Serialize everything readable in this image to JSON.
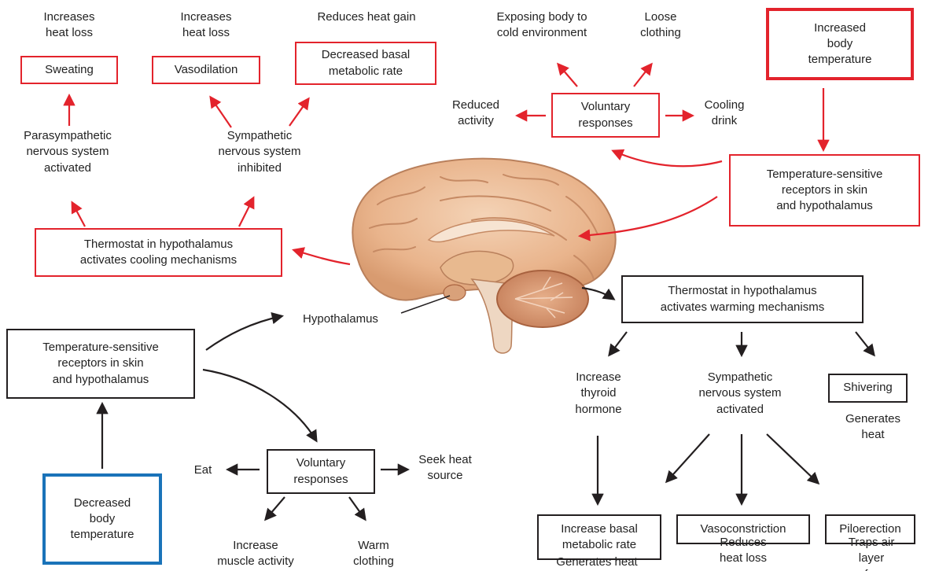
{
  "colors": {
    "red": "#e3232c",
    "black": "#231f20",
    "blue": "#1a73b9"
  },
  "cooling": {
    "trigger": "Increased\nbody\ntemperature",
    "receptors": "Temperature-sensitive\nreceptors in skin\nand hypothalamus",
    "thermostat": "Thermostat in hypothalamus\nactivates cooling mechanisms",
    "parasympathetic": "Parasympathetic\nnervous system\nactivated",
    "sympathetic": "Sympathetic\nnervous system\ninhibited",
    "sweating": "Sweating",
    "sweating_note": "Increases\nheat loss",
    "vasodilation": "Vasodilation",
    "vasodilation_note": "Increases\nheat loss",
    "bmr": "Decreased basal\nmetabolic rate",
    "bmr_note": "Reduces heat gain",
    "voluntary": "Voluntary\nresponses",
    "cold_env": "Exposing body to\ncold environment",
    "loose": "Loose\nclothing",
    "reduced_activity": "Reduced\nactivity",
    "cooling_drink": "Cooling\ndrink"
  },
  "center": {
    "hypothalamus": "Hypothalamus"
  },
  "warming": {
    "trigger": "Decreased\nbody\ntemperature",
    "receptors": "Temperature-sensitive\nreceptors in skin\nand hypothalamus",
    "thermostat": "Thermostat in hypothalamus\nactivates warming mechanisms",
    "thyroid": "Increase\nthyroid\nhormone",
    "sympathetic": "Sympathetic\nnervous system\nactivated",
    "shivering": "Shivering",
    "shivering_note": "Generates heat",
    "bmr": "Increase basal\nmetabolic rate",
    "bmr_note": "Generates heat",
    "vasoconstriction": "Vasoconstriction",
    "vasoconstriction_note": "Reduces\nheat loss",
    "piloerection": "Piloerection",
    "piloerection_note": "Traps air layer\nfor insulation",
    "voluntary": "Voluntary\nresponses",
    "eat": "Eat",
    "seek_heat": "Seek heat\nsource",
    "muscle": "Increase\nmuscle activity",
    "warm_clothing": "Warm\nclothing"
  }
}
